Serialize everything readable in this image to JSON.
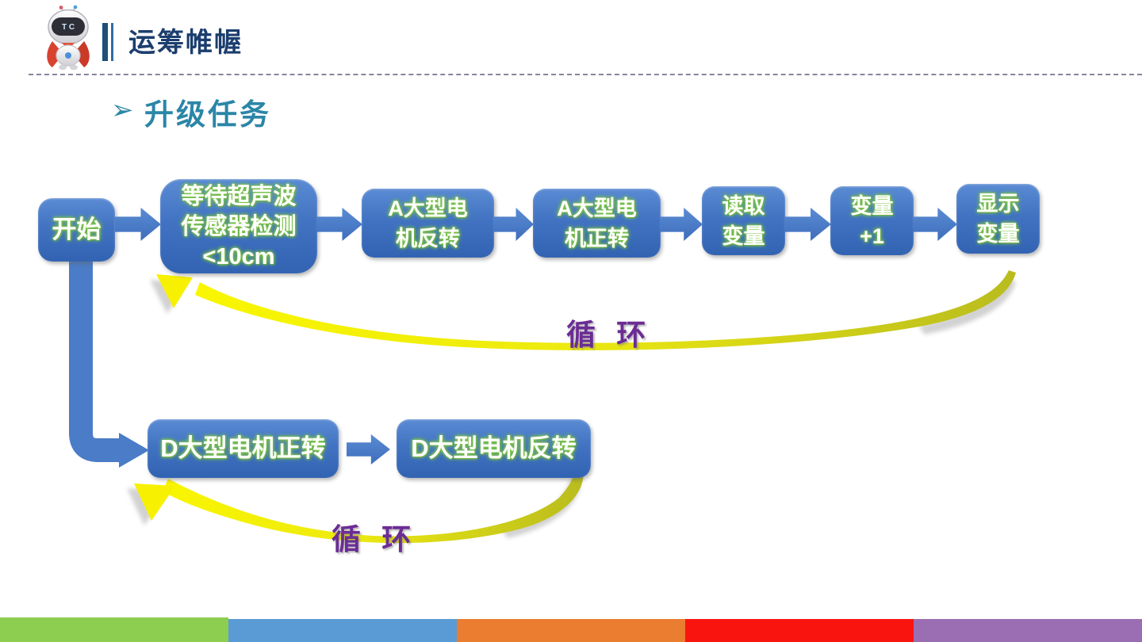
{
  "header": {
    "title": "运筹帷幄",
    "logo_face_label": "T C"
  },
  "section": {
    "bullet_glyph": "➢",
    "title": "升级任务"
  },
  "flowchart": {
    "nodes": [
      {
        "id": "start",
        "lines": [
          "开始"
        ]
      },
      {
        "id": "wait-ultrasonic",
        "lines": [
          "等待超声波",
          "传感器检测",
          "<10cm"
        ]
      },
      {
        "id": "motor-a-reverse",
        "lines": [
          "A大型电",
          "机反转"
        ]
      },
      {
        "id": "motor-a-forward",
        "lines": [
          "A大型电",
          "机正转"
        ]
      },
      {
        "id": "read-variable",
        "lines": [
          "读取",
          "变量"
        ]
      },
      {
        "id": "variable-plus-one",
        "lines": [
          "变量",
          "+1"
        ]
      },
      {
        "id": "show-variable",
        "lines": [
          "显示",
          "变量"
        ]
      },
      {
        "id": "motor-d-forward",
        "lines": [
          "D大型电机正转"
        ]
      },
      {
        "id": "motor-d-reverse",
        "lines": [
          "D大型电机反转"
        ]
      }
    ],
    "edges": [
      "start -> wait-ultrasonic",
      "wait-ultrasonic -> motor-a-reverse",
      "motor-a-reverse -> motor-a-forward",
      "motor-a-forward -> read-variable",
      "read-variable -> variable-plus-one",
      "variable-plus-one -> show-variable",
      "show-variable -> wait-ultrasonic (loop back)",
      "start -> motor-d-forward",
      "motor-d-forward -> motor-d-reverse",
      "motor-d-reverse -> motor-d-forward (loop back)"
    ],
    "loops": [
      {
        "label": "循 环"
      },
      {
        "label": "循 环"
      }
    ]
  },
  "colors": {
    "title_navy": "#1C3E6E",
    "section_teal": "#2B86A7",
    "node_blue_top": "#5A8BD3",
    "node_blue_bottom": "#3263B2",
    "node_text_glow_green": "#7EC648",
    "connector_blue": "#4A7CC8",
    "loop_yellow": "#F7F400",
    "loop_olive": "#B9BC1E",
    "loop_label_purple": "#6B2C94",
    "footer_bar_colors": [
      "#8DCE50",
      "#5B9BD5",
      "#EA7D2F",
      "#FA1410",
      "#9B6EB4"
    ]
  }
}
